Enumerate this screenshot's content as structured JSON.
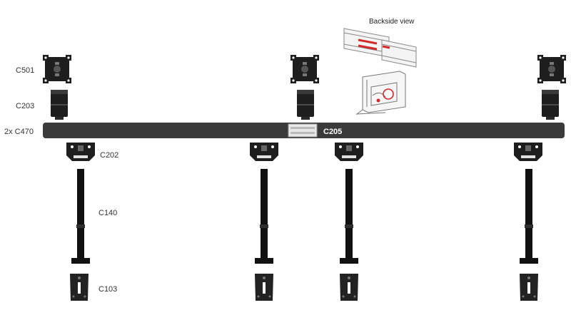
{
  "labels": {
    "c501": "C501",
    "c203": "C203",
    "c470": "2x C470",
    "c205": "C205",
    "c202": "C202",
    "c140": "C140",
    "c103": "C103",
    "backside": "Backside view"
  },
  "colors": {
    "part_dark": "#1e1e1e",
    "bar": "#3a3a3a",
    "connector": "#e8e8e8",
    "accent_red": "#d12a2a"
  },
  "icons": [
    "vesa-plate-icon",
    "mount-clamp-icon",
    "bracket-icon",
    "pole-icon",
    "base-plate-icon"
  ]
}
